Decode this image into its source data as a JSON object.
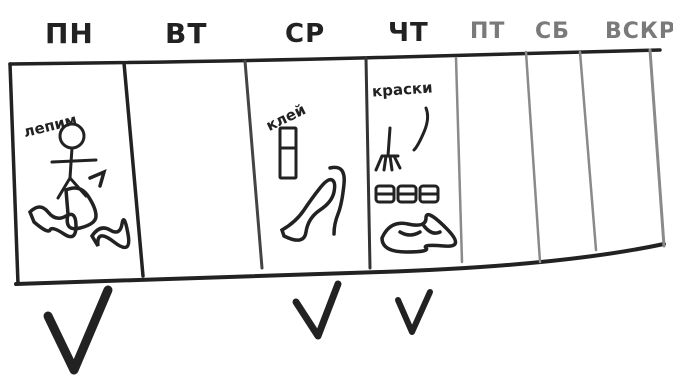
{
  "days": [
    {
      "key": "mon",
      "label": "ПН",
      "activity": "лепим",
      "checked": true
    },
    {
      "key": "tue",
      "label": "ВТ",
      "activity": "",
      "checked": false
    },
    {
      "key": "wed",
      "label": "СР",
      "activity": "клей",
      "checked": true
    },
    {
      "key": "thu",
      "label": "ЧТ",
      "activity": "краски",
      "checked": true
    },
    {
      "key": "fri",
      "label": "ПТ",
      "activity": "",
      "checked": false
    },
    {
      "key": "sat",
      "label": "СБ",
      "activity": "",
      "checked": false
    },
    {
      "key": "sun",
      "label": "ВСКР",
      "activity": "",
      "checked": false
    }
  ],
  "colors": {
    "ink": "#222222",
    "faint_ink": "#8a8a8a",
    "paper": "#ffffff"
  },
  "icons": {
    "mon": [
      "stick-figure-icon",
      "clay-blobs-icon"
    ],
    "wed": [
      "glue-stick-icon",
      "glue-squiggle-icon"
    ],
    "thu": [
      "paintbrush-icon",
      "paint-jars-icon",
      "paint-splash-icon"
    ]
  }
}
